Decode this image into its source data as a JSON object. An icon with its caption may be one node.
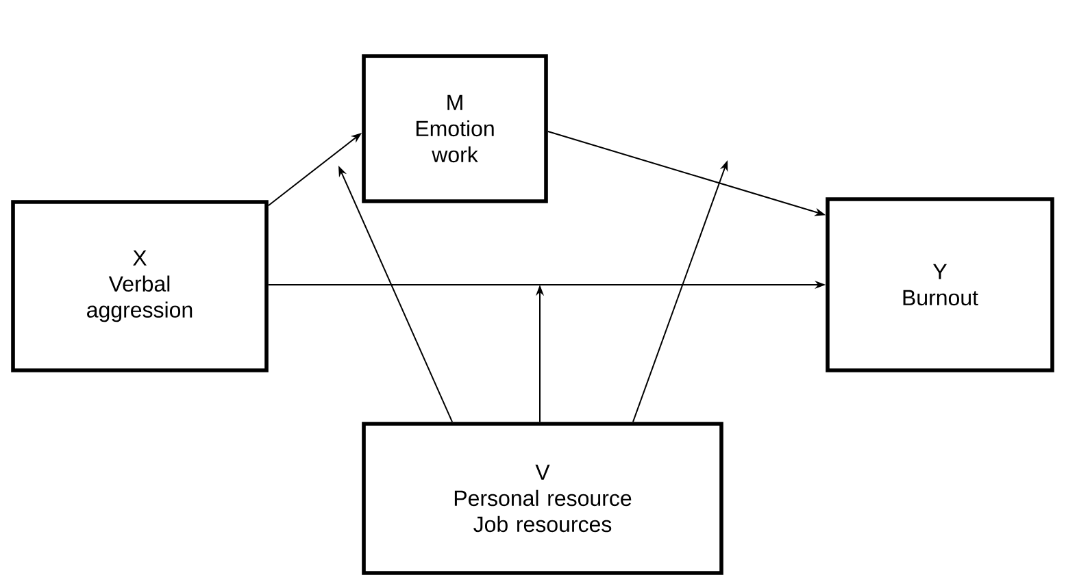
{
  "diagram": {
    "nodes": [
      {
        "text": [
          "M",
          "Emotion work"
        ]
      },
      {
        "text": [
          "X",
          "Verbal aggression"
        ]
      },
      {
        "text": [
          "Y",
          "Burnout"
        ]
      },
      {
        "text": [
          "V",
          "Personal resource Job resources"
        ]
      }
    ],
    "edges": [
      {
        "from": 1,
        "to": 0,
        "arrow": "to"
      },
      {
        "from": 0,
        "to": 2,
        "arrow": "to"
      },
      {
        "from": 1,
        "to": 2,
        "arrow": "to"
      },
      {
        "from": 3,
        "to": null,
        "arrow": "to"
      },
      {
        "from": 3,
        "to": null,
        "arrow": "to"
      },
      {
        "from": 3,
        "to": null,
        "arrow": "to"
      }
    ]
  }
}
